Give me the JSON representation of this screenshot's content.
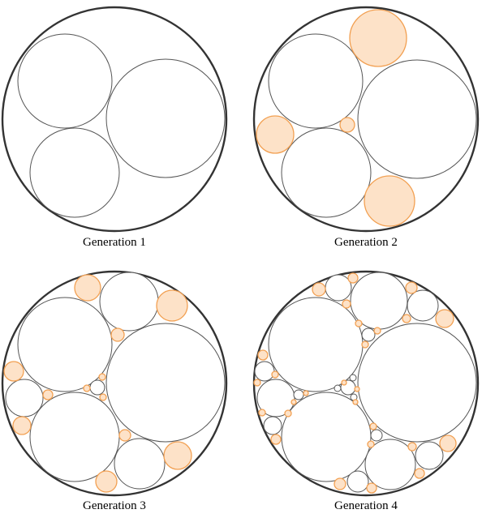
{
  "figure": {
    "panels": [
      {
        "caption": "Generation 1"
      },
      {
        "caption": "Generation 2"
      },
      {
        "caption": "Generation 3"
      },
      {
        "caption": "Generation 4"
      }
    ]
  },
  "colors": {
    "outer_stroke": "#333333",
    "circle_stroke": "#555555",
    "new_fill": "#fde2c8",
    "new_stroke": "#f2a052",
    "background": "#ffffff"
  }
}
